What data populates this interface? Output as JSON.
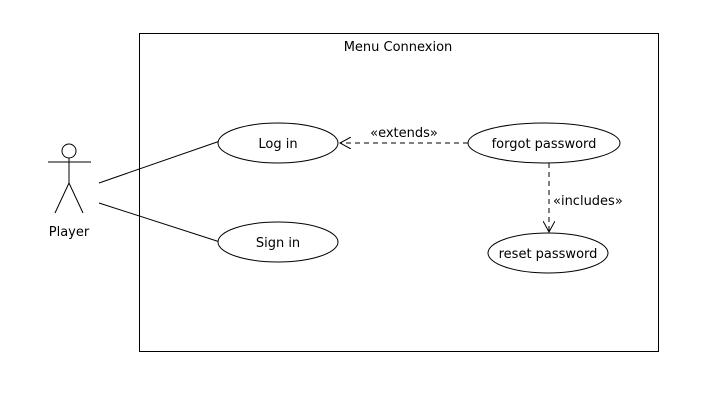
{
  "system": {
    "title": "Menu Connexion"
  },
  "actor": {
    "name": "Player"
  },
  "use_cases": {
    "login": "Log in",
    "signin": "Sign in",
    "forgot": "forgot password",
    "reset": "reset password"
  },
  "relations": {
    "extends": "«extends»",
    "includes": "«includes»"
  },
  "colors": {
    "stroke": "#000000",
    "fill": "#ffffff",
    "text": "#000000"
  }
}
